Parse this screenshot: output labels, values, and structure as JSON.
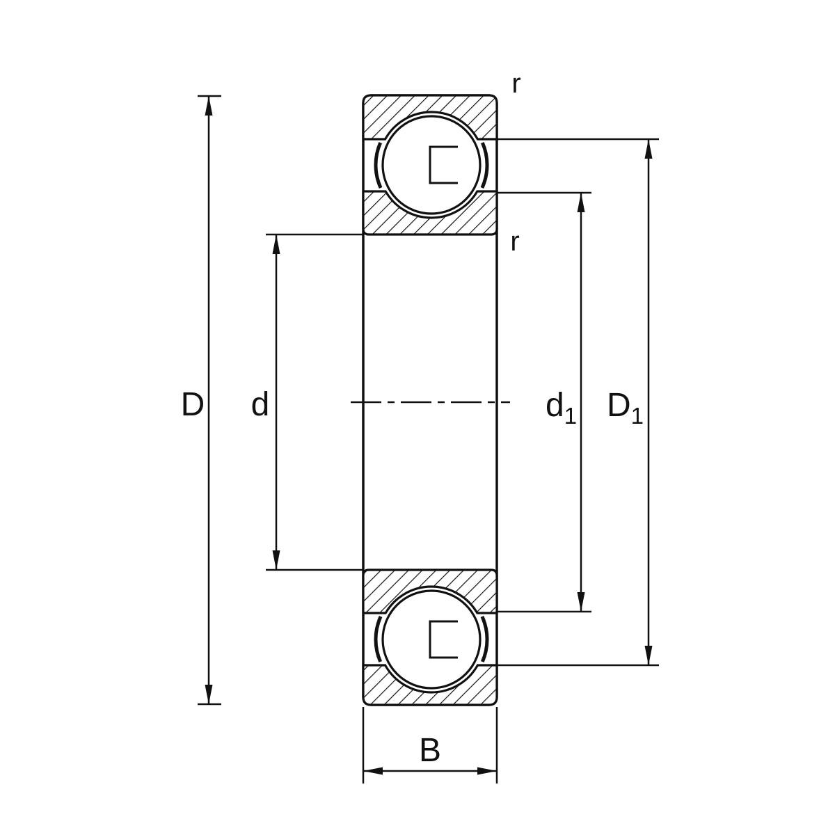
{
  "labels": {
    "outer_diameter": "D",
    "bore_diameter": "d",
    "inner_shoulder_main": "d",
    "inner_shoulder_sub": "1",
    "outer_shoulder_main": "D",
    "outer_shoulder_sub": "1",
    "width": "B",
    "chamfer_outer": "r",
    "chamfer_inner": "r"
  },
  "colors": {
    "ink": "#111111",
    "background": "#ffffff"
  }
}
